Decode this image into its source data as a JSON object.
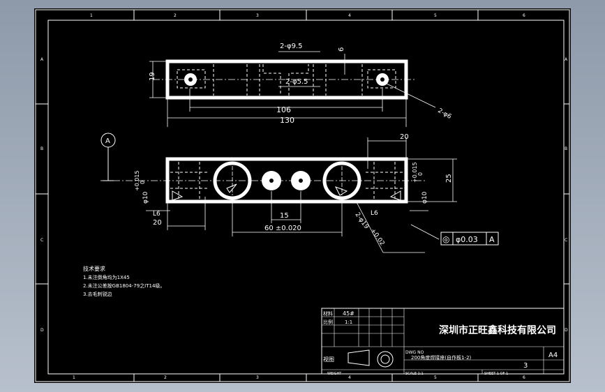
{
  "colors": {
    "viewport_bg": "#9aa6b6",
    "sheet_bg": "#000000",
    "line": "#ffffff",
    "dim_line": "#ffffff"
  },
  "grid": {
    "columns": [
      "1",
      "2",
      "3",
      "4",
      "5",
      "6"
    ],
    "rows": [
      "A",
      "B",
      "C",
      "D"
    ]
  },
  "datum": {
    "label": "A"
  },
  "top_view": {
    "hole_callout_outer": "2-φ9.5",
    "hole_callout_inner": "2-φ5.5",
    "depth": "6",
    "height": "19",
    "inner_length": "106",
    "overall_length": "130",
    "counterbore_callout": "2-φ6"
  },
  "front_view": {
    "left_tol": "+0.015",
    "left_tol_zero": "0",
    "left_dia": "φ10",
    "right_tol": "+0.015",
    "right_tol_zero": "0",
    "right_dia": "φ10",
    "height": "25",
    "width_top": "20",
    "left_small": "L6",
    "left_offset": "20",
    "right_small": "L6",
    "spacing": "15",
    "center_dist": "60 ±0.020",
    "bore_callout": "2-φ19",
    "bore_tol": "+0.02"
  },
  "gdt": {
    "symbol": "◎",
    "value": "φ0.03",
    "datum": "A"
  },
  "notes": {
    "title": "技术要求",
    "line1": "1.未注倒角均为1X45",
    "line2": "2.未注公差按GB1804-79之IT14级。",
    "line3": "3.去毛刺锐边"
  },
  "title_block": {
    "material": "45#",
    "material_label": "材料",
    "scale_label": "比例",
    "scale_value": "1:1",
    "company": "深圳市正旺鑫科技有限公司",
    "dwg_no_label": "DWG NO",
    "part_name": "200角度焊接座(自作板1-2)",
    "sheet_number": "3",
    "size": "A4",
    "weight_label": "WEIGHT",
    "scale_footer": "SCALE 1:1",
    "sheet_footer": "SHEET 1 OF 1",
    "view_label": "视图"
  }
}
